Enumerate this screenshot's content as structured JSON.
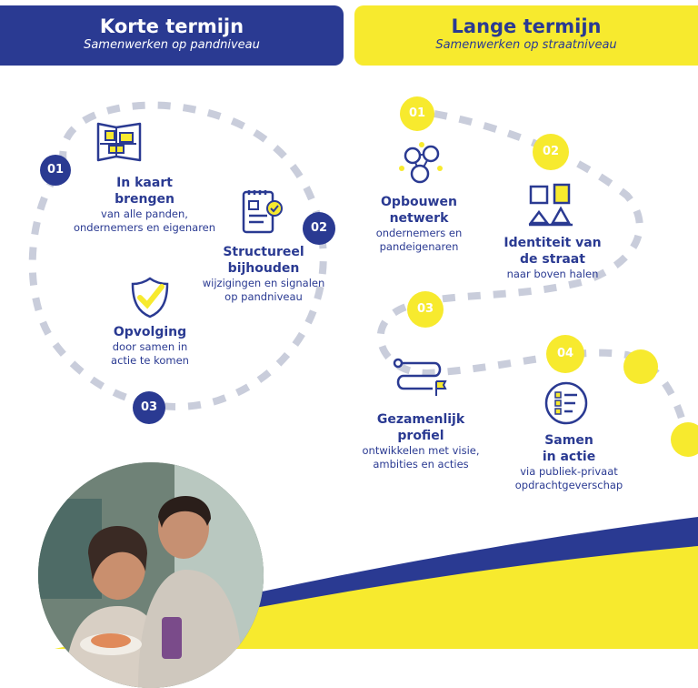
{
  "banners": {
    "short": {
      "title": "Korte termijn",
      "subtitle": "Samenwerken op pandniveau"
    },
    "long": {
      "title": "Lange termijn",
      "subtitle": "Samenwerken op straatniveau"
    }
  },
  "short_term": {
    "steps": [
      {
        "number": "01",
        "title_line1": "In kaart",
        "title_line2": "brengen",
        "desc_line1": "van alle panden,",
        "desc_line2": "ondernemers en eigenaren",
        "icon": "map-icon"
      },
      {
        "number": "02",
        "title_line1": "Structureel",
        "title_line2": "bijhouden",
        "desc_line1": "wijzigingen en signalen",
        "desc_line2": "op pandniveau",
        "icon": "checklist-icon"
      },
      {
        "number": "03",
        "title_line1": "Opvolging",
        "desc_line1": "door samen in",
        "desc_line2": "actie te komen",
        "icon": "shield-check-icon"
      }
    ]
  },
  "long_term": {
    "steps": [
      {
        "number": "01",
        "title_line1": "Opbouwen",
        "title_line2": "netwerk",
        "desc_line1": "ondernemers en",
        "desc_line2": "pandeigenaren",
        "icon": "network-icon"
      },
      {
        "number": "02",
        "title_line1": "Identiteit van",
        "title_line2": "de straat",
        "desc_line1": "naar boven halen",
        "icon": "buildings-icon"
      },
      {
        "number": "03",
        "title_line1": "Gezamenlijk",
        "title_line2": "profiel",
        "desc_line1": "ontwikkelen met visie,",
        "desc_line2": "ambities en acties",
        "icon": "route-icon"
      },
      {
        "number": "04",
        "title_line1": "Samen",
        "title_line2": "in actie",
        "desc_line1": "via publiek-privaat",
        "desc_line2": "opdrachtgeverschap",
        "icon": "task-list-icon"
      }
    ]
  },
  "colors": {
    "navy": "#2a3a92",
    "yellow": "#f7ea2e",
    "dash": "#c9cddb"
  }
}
